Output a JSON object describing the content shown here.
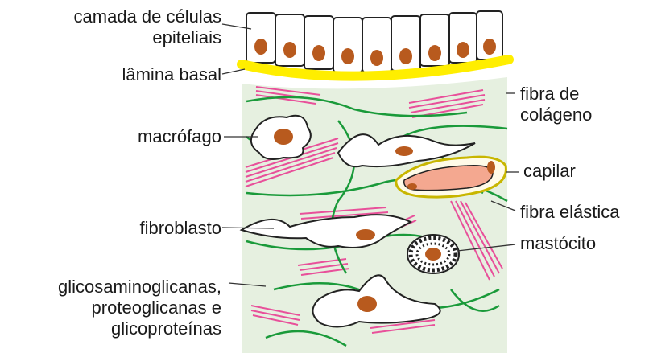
{
  "labels": {
    "epithelium_line1": "camada de células",
    "epithelium_line2": "epiteliais",
    "basal_lamina": "lâmina basal",
    "macrophage": "macrófago",
    "fibroblast": "fibroblasto",
    "gags_line1": "glicosaminoglicanas,",
    "gags_line2": "proteoglicanas e",
    "gags_line3": "glicoproteínas",
    "collagen_line1": "fibra de",
    "collagen_line2": "colágeno",
    "capillary": "capilar",
    "elastic_fiber": "fibra elástica",
    "mast_cell": "mastócito"
  },
  "colors": {
    "basal_lamina": "#ffee00",
    "matrix": "#e6f0e0",
    "collagen": "#e8509a",
    "elastic": "#1a9a3a",
    "nucleus": "#b85a1e",
    "capillary": "#f4a890"
  }
}
